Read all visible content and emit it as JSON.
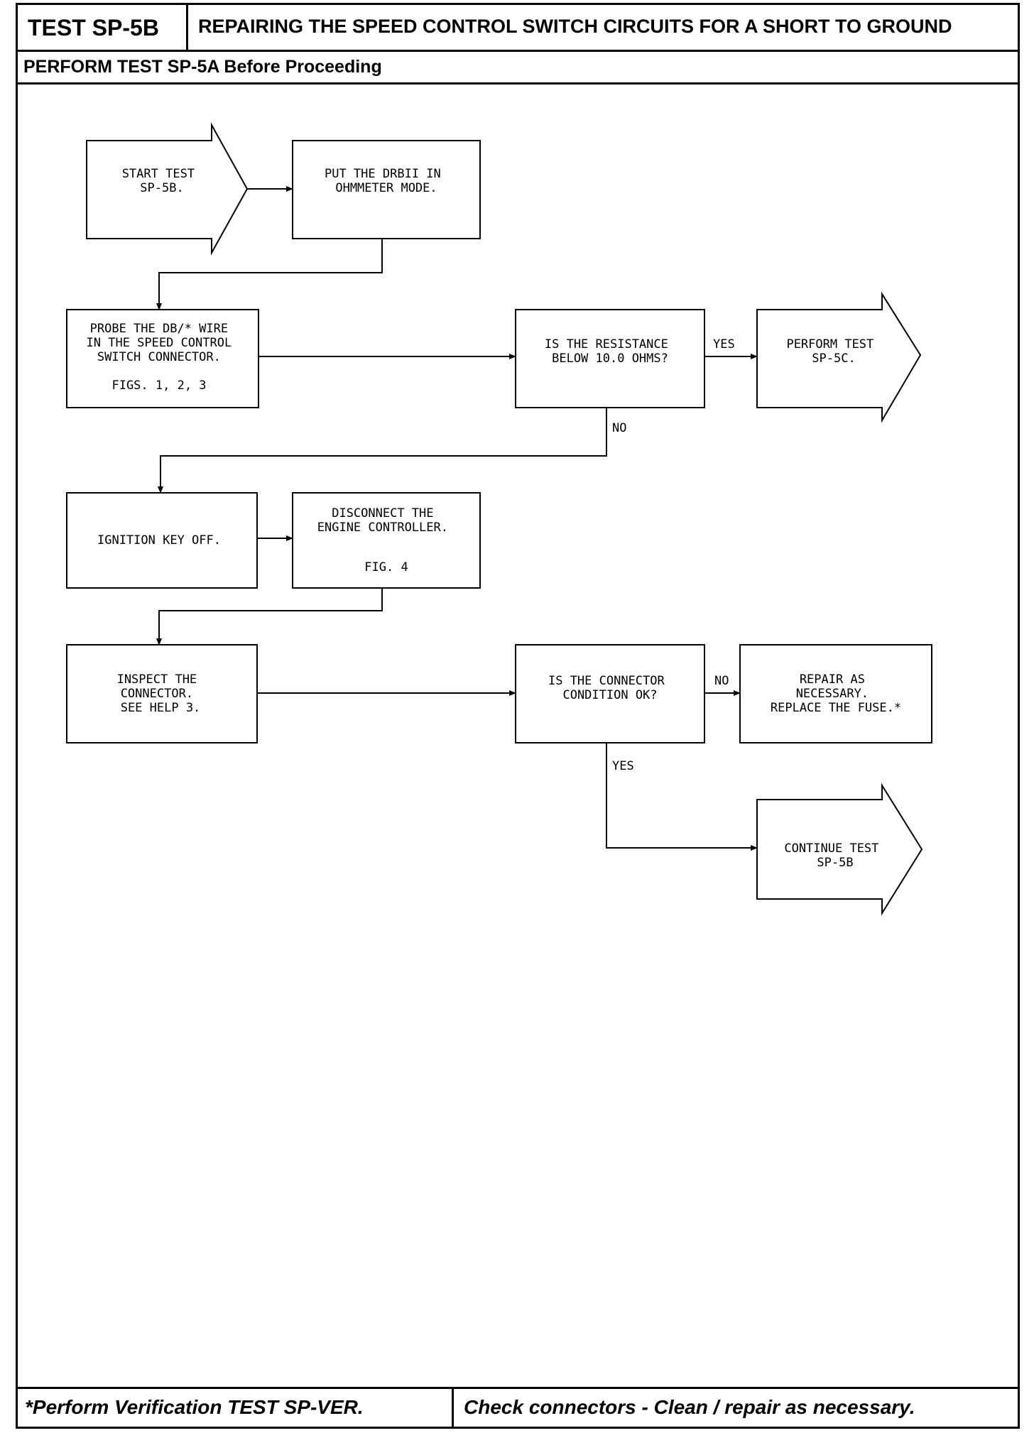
{
  "header": {
    "test_code": "TEST SP-5B",
    "title": "REPAIRING THE SPEED CONTROL SWITCH CIRCUITS FOR A SHORT TO GROUND",
    "prerequisite": "PERFORM TEST SP-5A Before Proceeding"
  },
  "flow": {
    "start": [
      "START TEST",
      "SP-5B."
    ],
    "ohmmeter": [
      "PUT THE DRBII IN",
      "OHMMETER MODE."
    ],
    "probe": [
      "PROBE THE DB/* WIRE",
      "IN THE SPEED CONTROL",
      "SWITCH CONNECTOR.",
      "FIGS. 1, 2, 3"
    ],
    "resistance_q": [
      "IS THE RESISTANCE",
      "BELOW 10.0 OHMS?"
    ],
    "perform_5c": [
      "PERFORM TEST",
      "SP-5C."
    ],
    "ignition": [
      "IGNITION KEY OFF."
    ],
    "disconnect": [
      "DISCONNECT THE",
      "ENGINE CONTROLLER.",
      "FIG. 4"
    ],
    "inspect": [
      "INSPECT THE",
      "CONNECTOR.",
      "SEE HELP 3."
    ],
    "connector_q": [
      "IS THE CONNECTOR",
      "CONDITION OK?"
    ],
    "repair": [
      "REPAIR AS",
      "NECESSARY.",
      "REPLACE THE FUSE.*"
    ],
    "continue": [
      "CONTINUE TEST",
      "SP-5B"
    ],
    "labels": {
      "yes1": "YES",
      "no1": "NO",
      "no2": "NO",
      "yes2": "YES"
    }
  },
  "footer": {
    "left": "*Perform Verification TEST SP-VER.",
    "right": "Check connectors - Clean / repair as necessary."
  }
}
